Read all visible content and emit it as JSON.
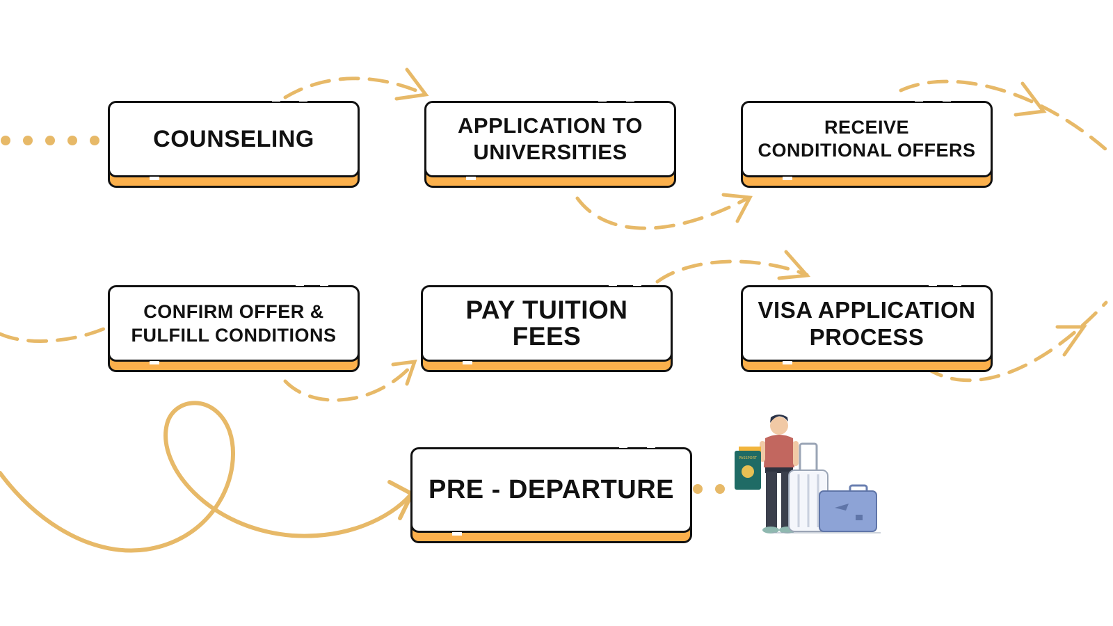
{
  "steps": [
    {
      "id": "counseling",
      "label": "COUNSELING"
    },
    {
      "id": "application",
      "label": "APPLICATION TO\nUNIVERSITIES"
    },
    {
      "id": "conditional-offers",
      "label": "RECEIVE\nCONDITIONAL OFFERS"
    },
    {
      "id": "confirm-offer",
      "label": "CONFIRM OFFER &\nFULFILL CONDITIONS"
    },
    {
      "id": "pay-tuition",
      "label": "PAY TUITION\nFEES"
    },
    {
      "id": "visa",
      "label": "VISA APPLICATION\nPROCESS"
    },
    {
      "id": "pre-departure",
      "label": "PRE - DEPARTURE"
    }
  ],
  "colors": {
    "accent": "#fbb04c",
    "arrow": "#e7b968",
    "outline": "#111111"
  },
  "illustration": {
    "name": "traveler-with-luggage",
    "passport_text": "PASSPORT"
  }
}
